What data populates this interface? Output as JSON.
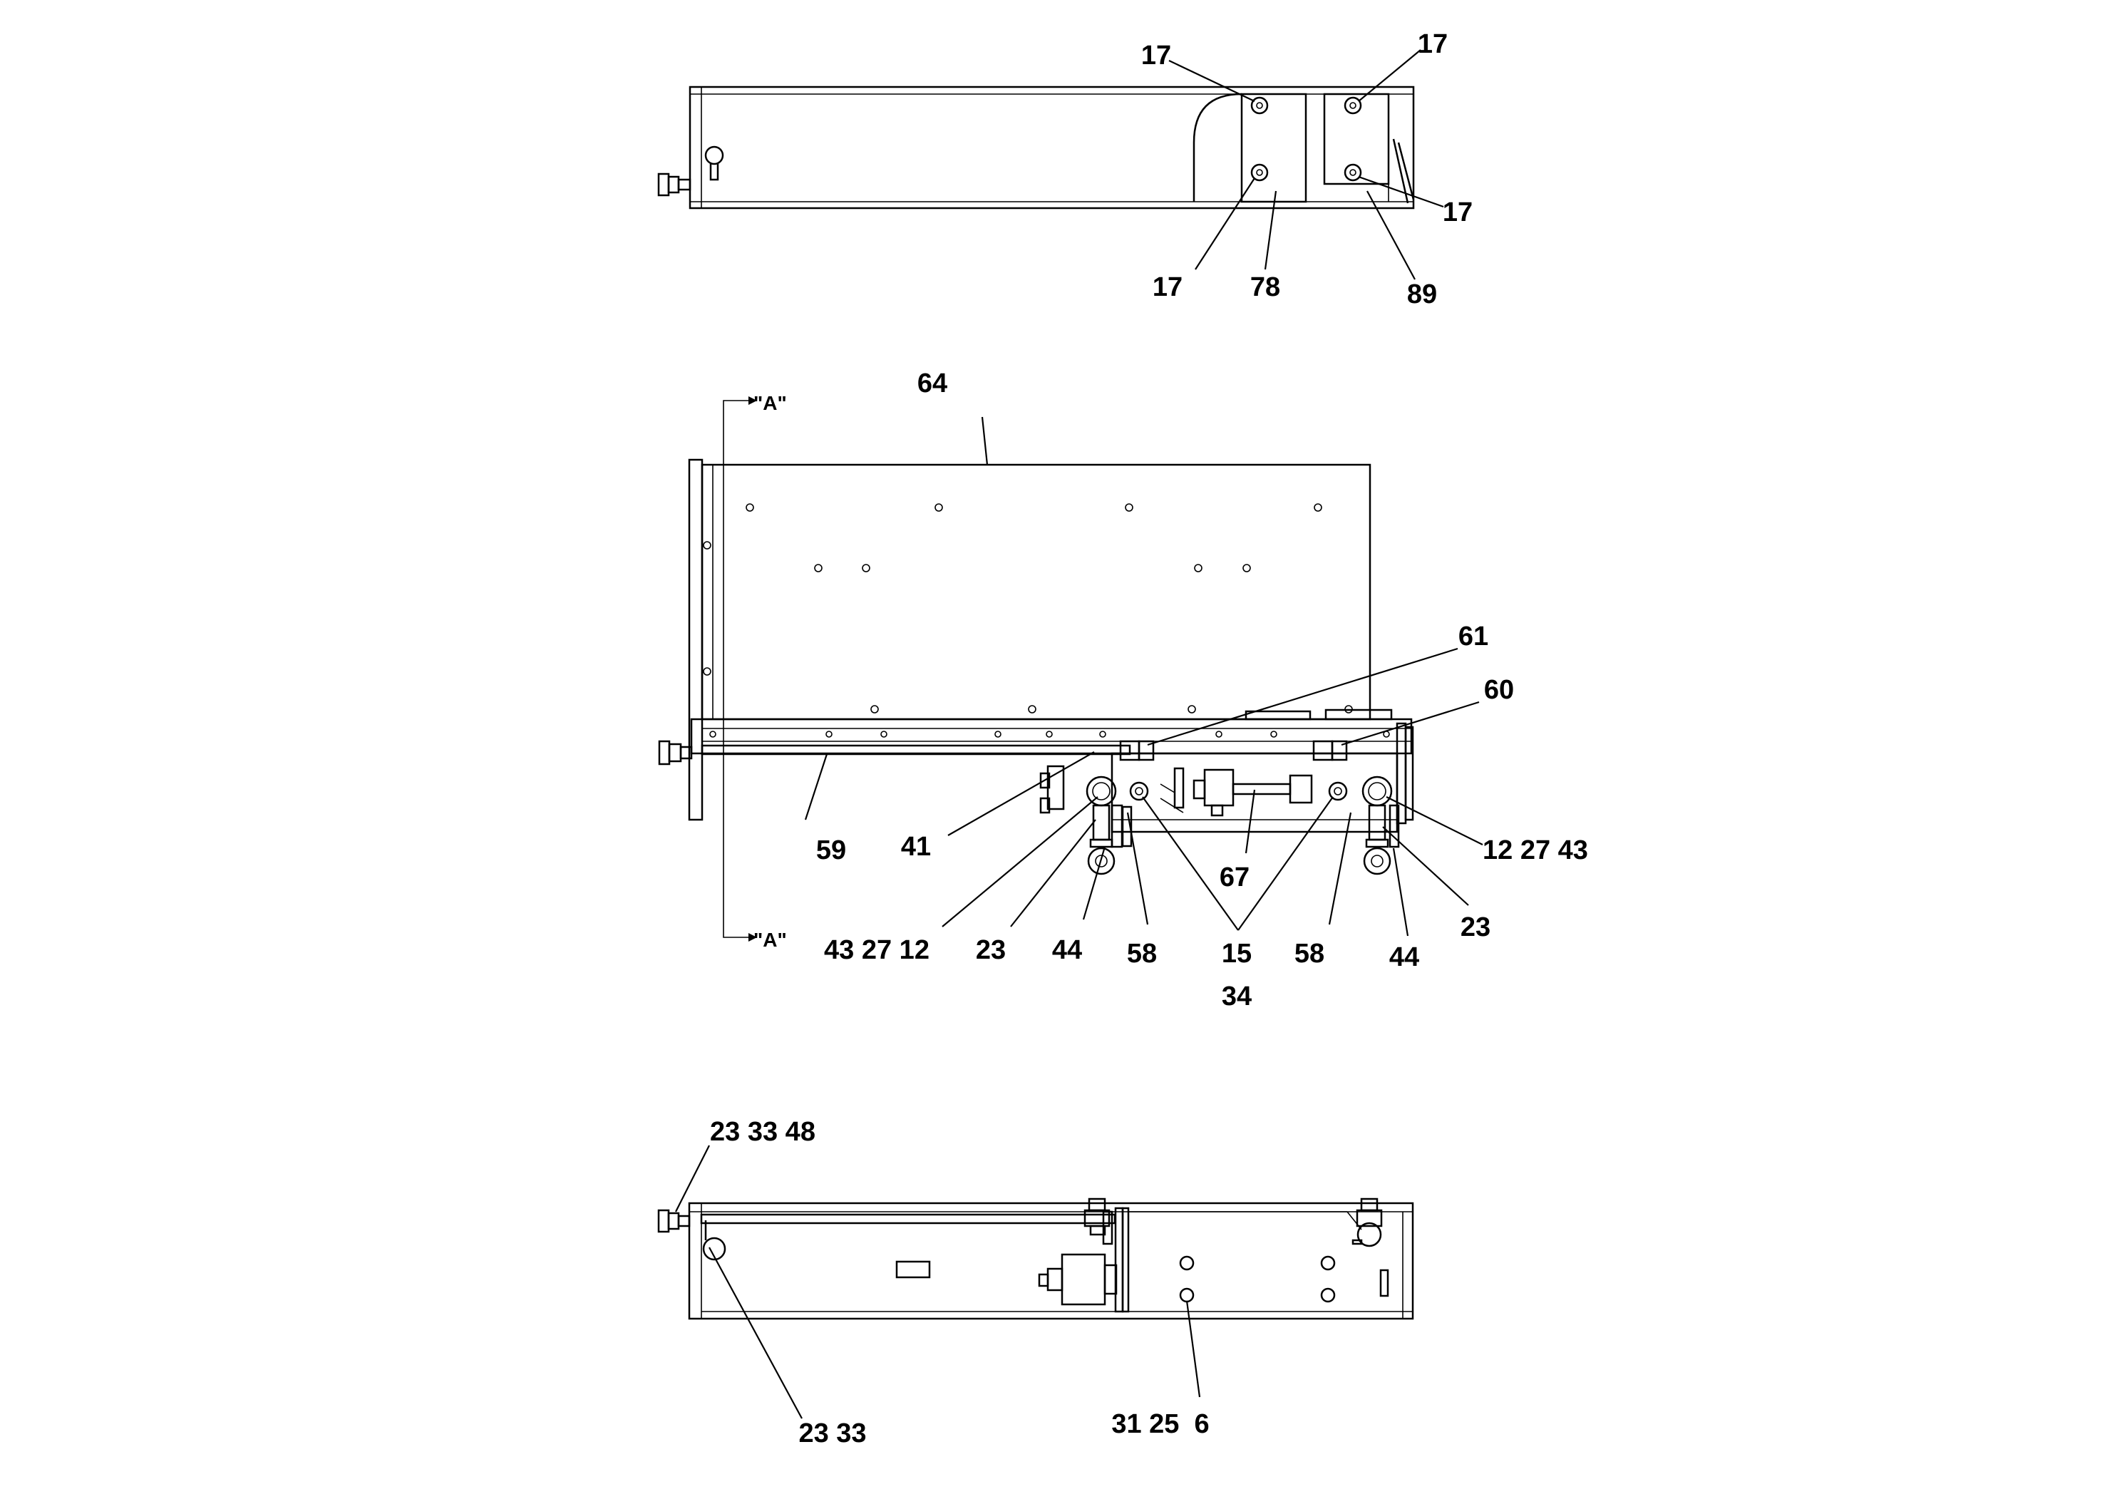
{
  "top_view": {
    "callouts": [
      "17",
      "17",
      "17",
      "17",
      "78",
      "89"
    ]
  },
  "middle_view": {
    "section_mark": "\"A\"",
    "callouts": {
      "c64": "64",
      "c61": "61",
      "c60": "60",
      "c59": "59",
      "c41": "41",
      "c67": "67",
      "c12_27_43_right": "12 27 43",
      "c43_27_12_left": "43 27 12",
      "c23_left": "23",
      "c44_left": "44",
      "c58_left": "58",
      "c15": "15",
      "c34": "34",
      "c58_right": "58",
      "c44_right": "44",
      "c23_right": "23"
    }
  },
  "bottom_view": {
    "callouts": {
      "c23_33_48": "23 33 48",
      "c23_33": "23 33",
      "c31_25_6": "31 25  6"
    }
  }
}
